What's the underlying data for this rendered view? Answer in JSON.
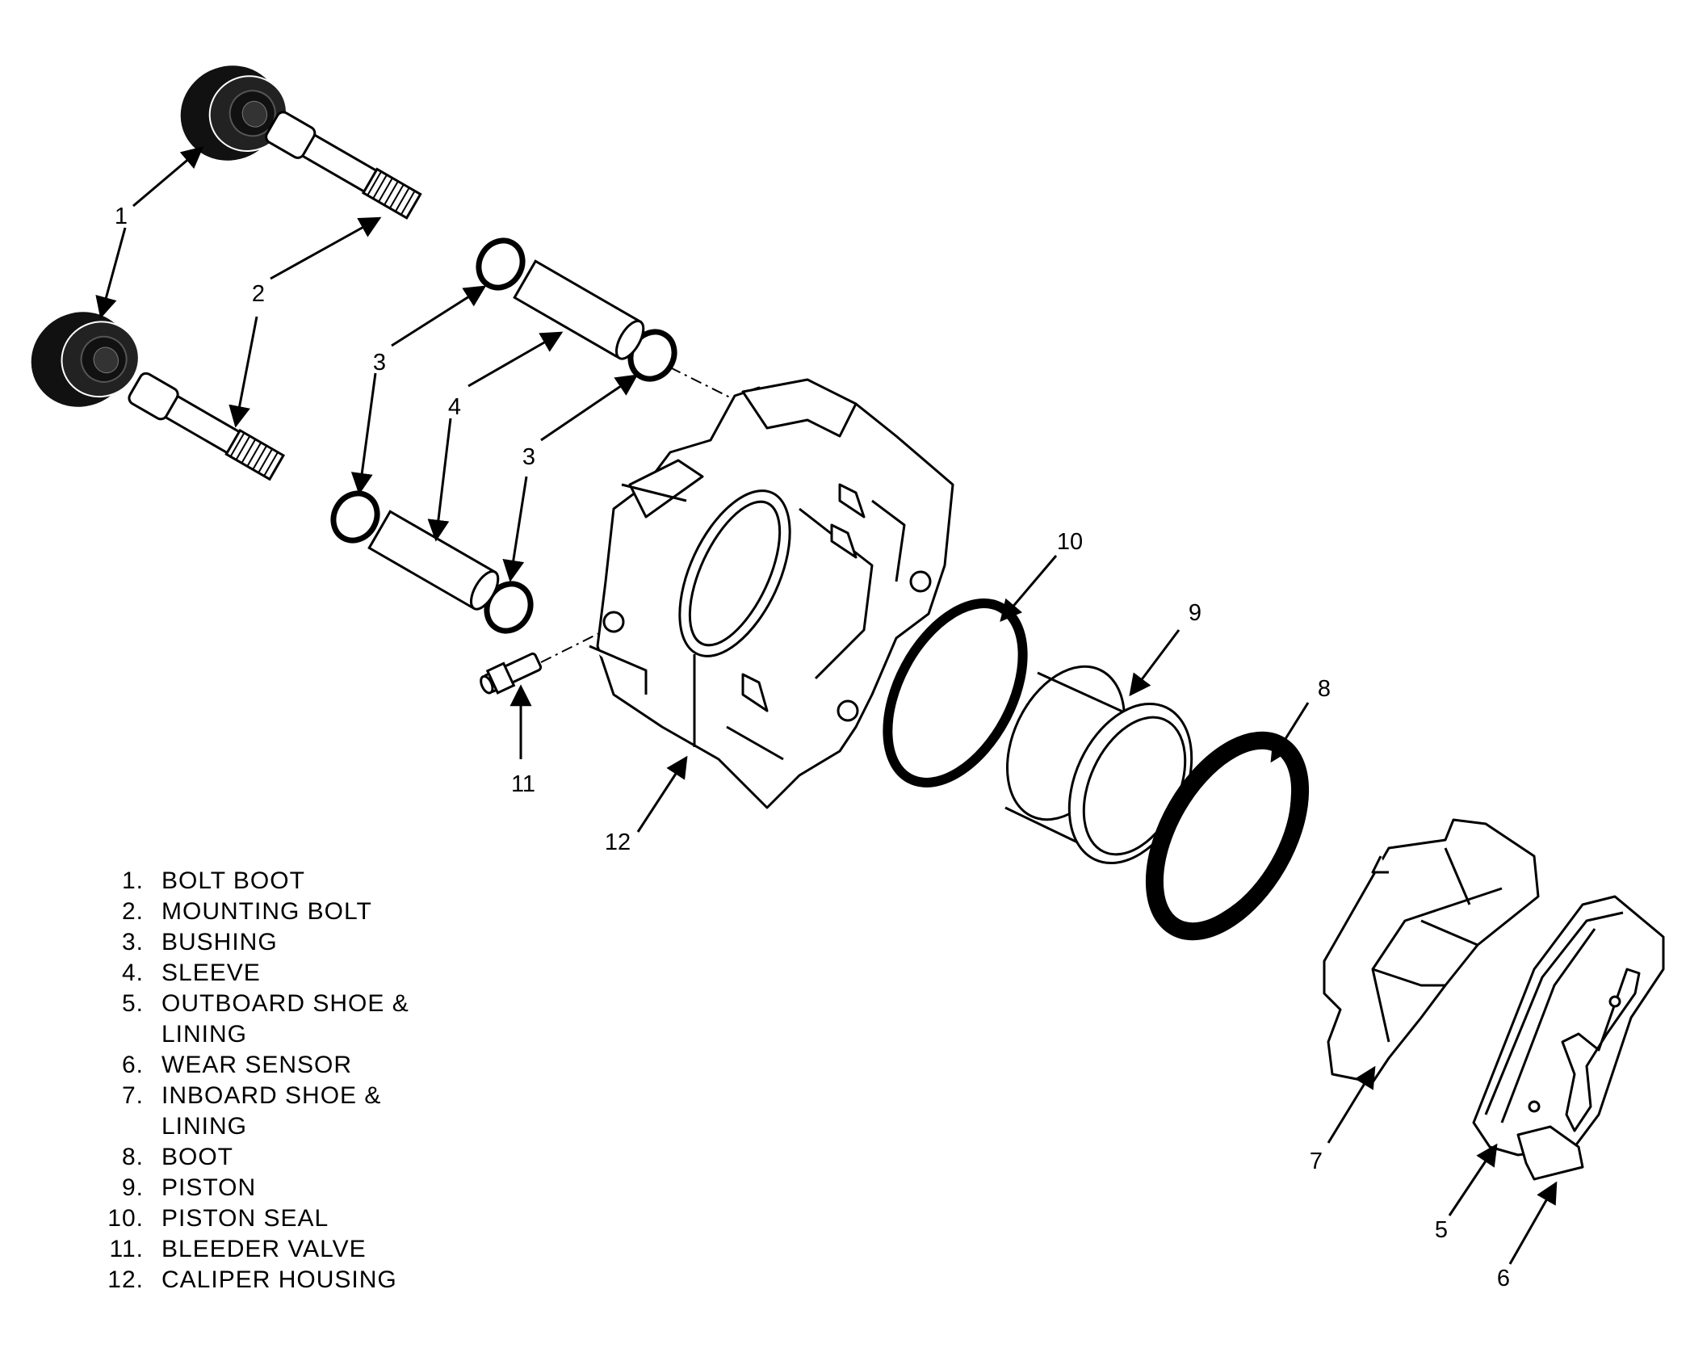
{
  "callout_labels": [
    "1",
    "2",
    "3",
    "3",
    "4",
    "3",
    "11",
    "12",
    "10",
    "9",
    "8",
    "7",
    "5",
    "6"
  ],
  "legend": [
    {
      "num": "1.",
      "text": "BOLT BOOT"
    },
    {
      "num": "2.",
      "text": "MOUNTING BOLT"
    },
    {
      "num": "3.",
      "text": "BUSHING"
    },
    {
      "num": "4.",
      "text": "SLEEVE"
    },
    {
      "num": "5.",
      "text": "OUTBOARD SHOE &\nLINING"
    },
    {
      "num": "6.",
      "text": "WEAR SENSOR"
    },
    {
      "num": "7.",
      "text": "INBOARD SHOE &\nLINING"
    },
    {
      "num": "8.",
      "text": "BOOT"
    },
    {
      "num": "9.",
      "text": "PISTON"
    },
    {
      "num": "10.",
      "text": "PISTON SEAL"
    },
    {
      "num": "11.",
      "text": "BLEEDER VALVE"
    },
    {
      "num": "12.",
      "text": "CALIPER HOUSING"
    }
  ]
}
